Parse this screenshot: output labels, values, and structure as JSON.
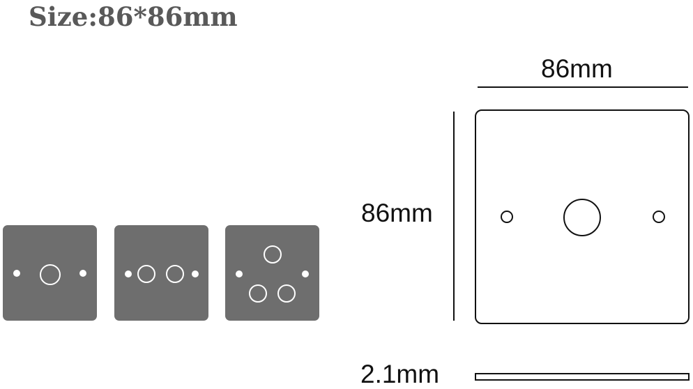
{
  "title": "Size:86*86mm",
  "dimensions": {
    "width_label": "86mm",
    "height_label": "86mm",
    "thickness_label": "2.1mm"
  },
  "panels": [
    {
      "name": "single-socket-panel",
      "socket_holes": 1
    },
    {
      "name": "double-socket-panel",
      "socket_holes": 2
    },
    {
      "name": "triple-socket-panel",
      "socket_holes": 3
    }
  ],
  "colors": {
    "panel_fill": "#6e6e6e",
    "title_text": "#595959",
    "outline": "#111111"
  }
}
